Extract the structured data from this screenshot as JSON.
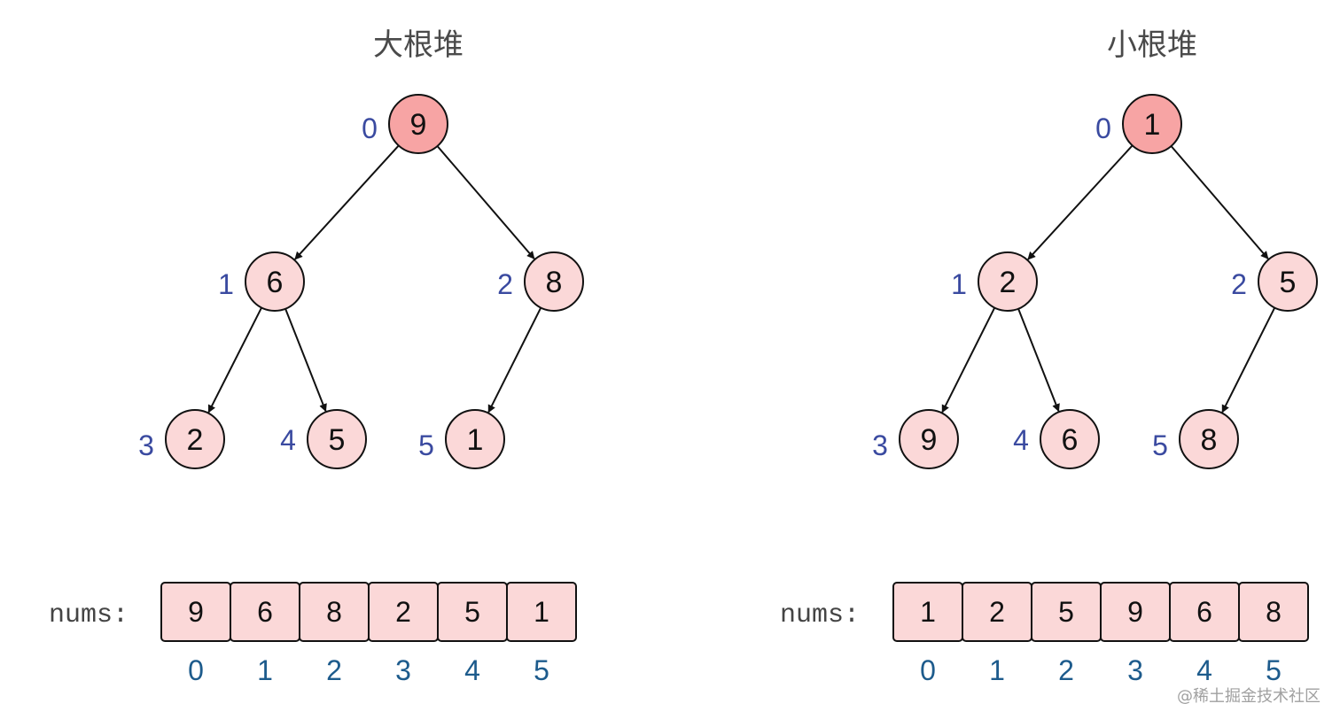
{
  "colors": {
    "root_fill": "#f7a4a4",
    "node_fill": "#fbd8d8",
    "stroke": "#111111",
    "node_index": "#3a4aa0",
    "cell_index": "#1d5b8c"
  },
  "heaps": [
    {
      "title": "大根堆",
      "array_label": "nums:",
      "nodes": [
        {
          "index": "0",
          "value": "9"
        },
        {
          "index": "1",
          "value": "6"
        },
        {
          "index": "2",
          "value": "8"
        },
        {
          "index": "3",
          "value": "2"
        },
        {
          "index": "4",
          "value": "5"
        },
        {
          "index": "5",
          "value": "1"
        }
      ],
      "edges": [
        [
          0,
          1
        ],
        [
          0,
          2
        ],
        [
          1,
          3
        ],
        [
          1,
          4
        ],
        [
          2,
          5
        ]
      ],
      "array": [
        "9",
        "6",
        "8",
        "2",
        "5",
        "1"
      ],
      "array_indices": [
        "0",
        "1",
        "2",
        "3",
        "4",
        "5"
      ]
    },
    {
      "title": "小根堆",
      "array_label": "nums:",
      "nodes": [
        {
          "index": "0",
          "value": "1"
        },
        {
          "index": "1",
          "value": "2"
        },
        {
          "index": "2",
          "value": "5"
        },
        {
          "index": "3",
          "value": "9"
        },
        {
          "index": "4",
          "value": "6"
        },
        {
          "index": "5",
          "value": "8"
        }
      ],
      "edges": [
        [
          0,
          1
        ],
        [
          0,
          2
        ],
        [
          1,
          3
        ],
        [
          1,
          4
        ],
        [
          2,
          5
        ]
      ],
      "array": [
        "1",
        "2",
        "5",
        "9",
        "6",
        "8"
      ],
      "array_indices": [
        "0",
        "1",
        "2",
        "3",
        "4",
        "5"
      ]
    }
  ],
  "watermark": "@稀土掘金技术社区"
}
